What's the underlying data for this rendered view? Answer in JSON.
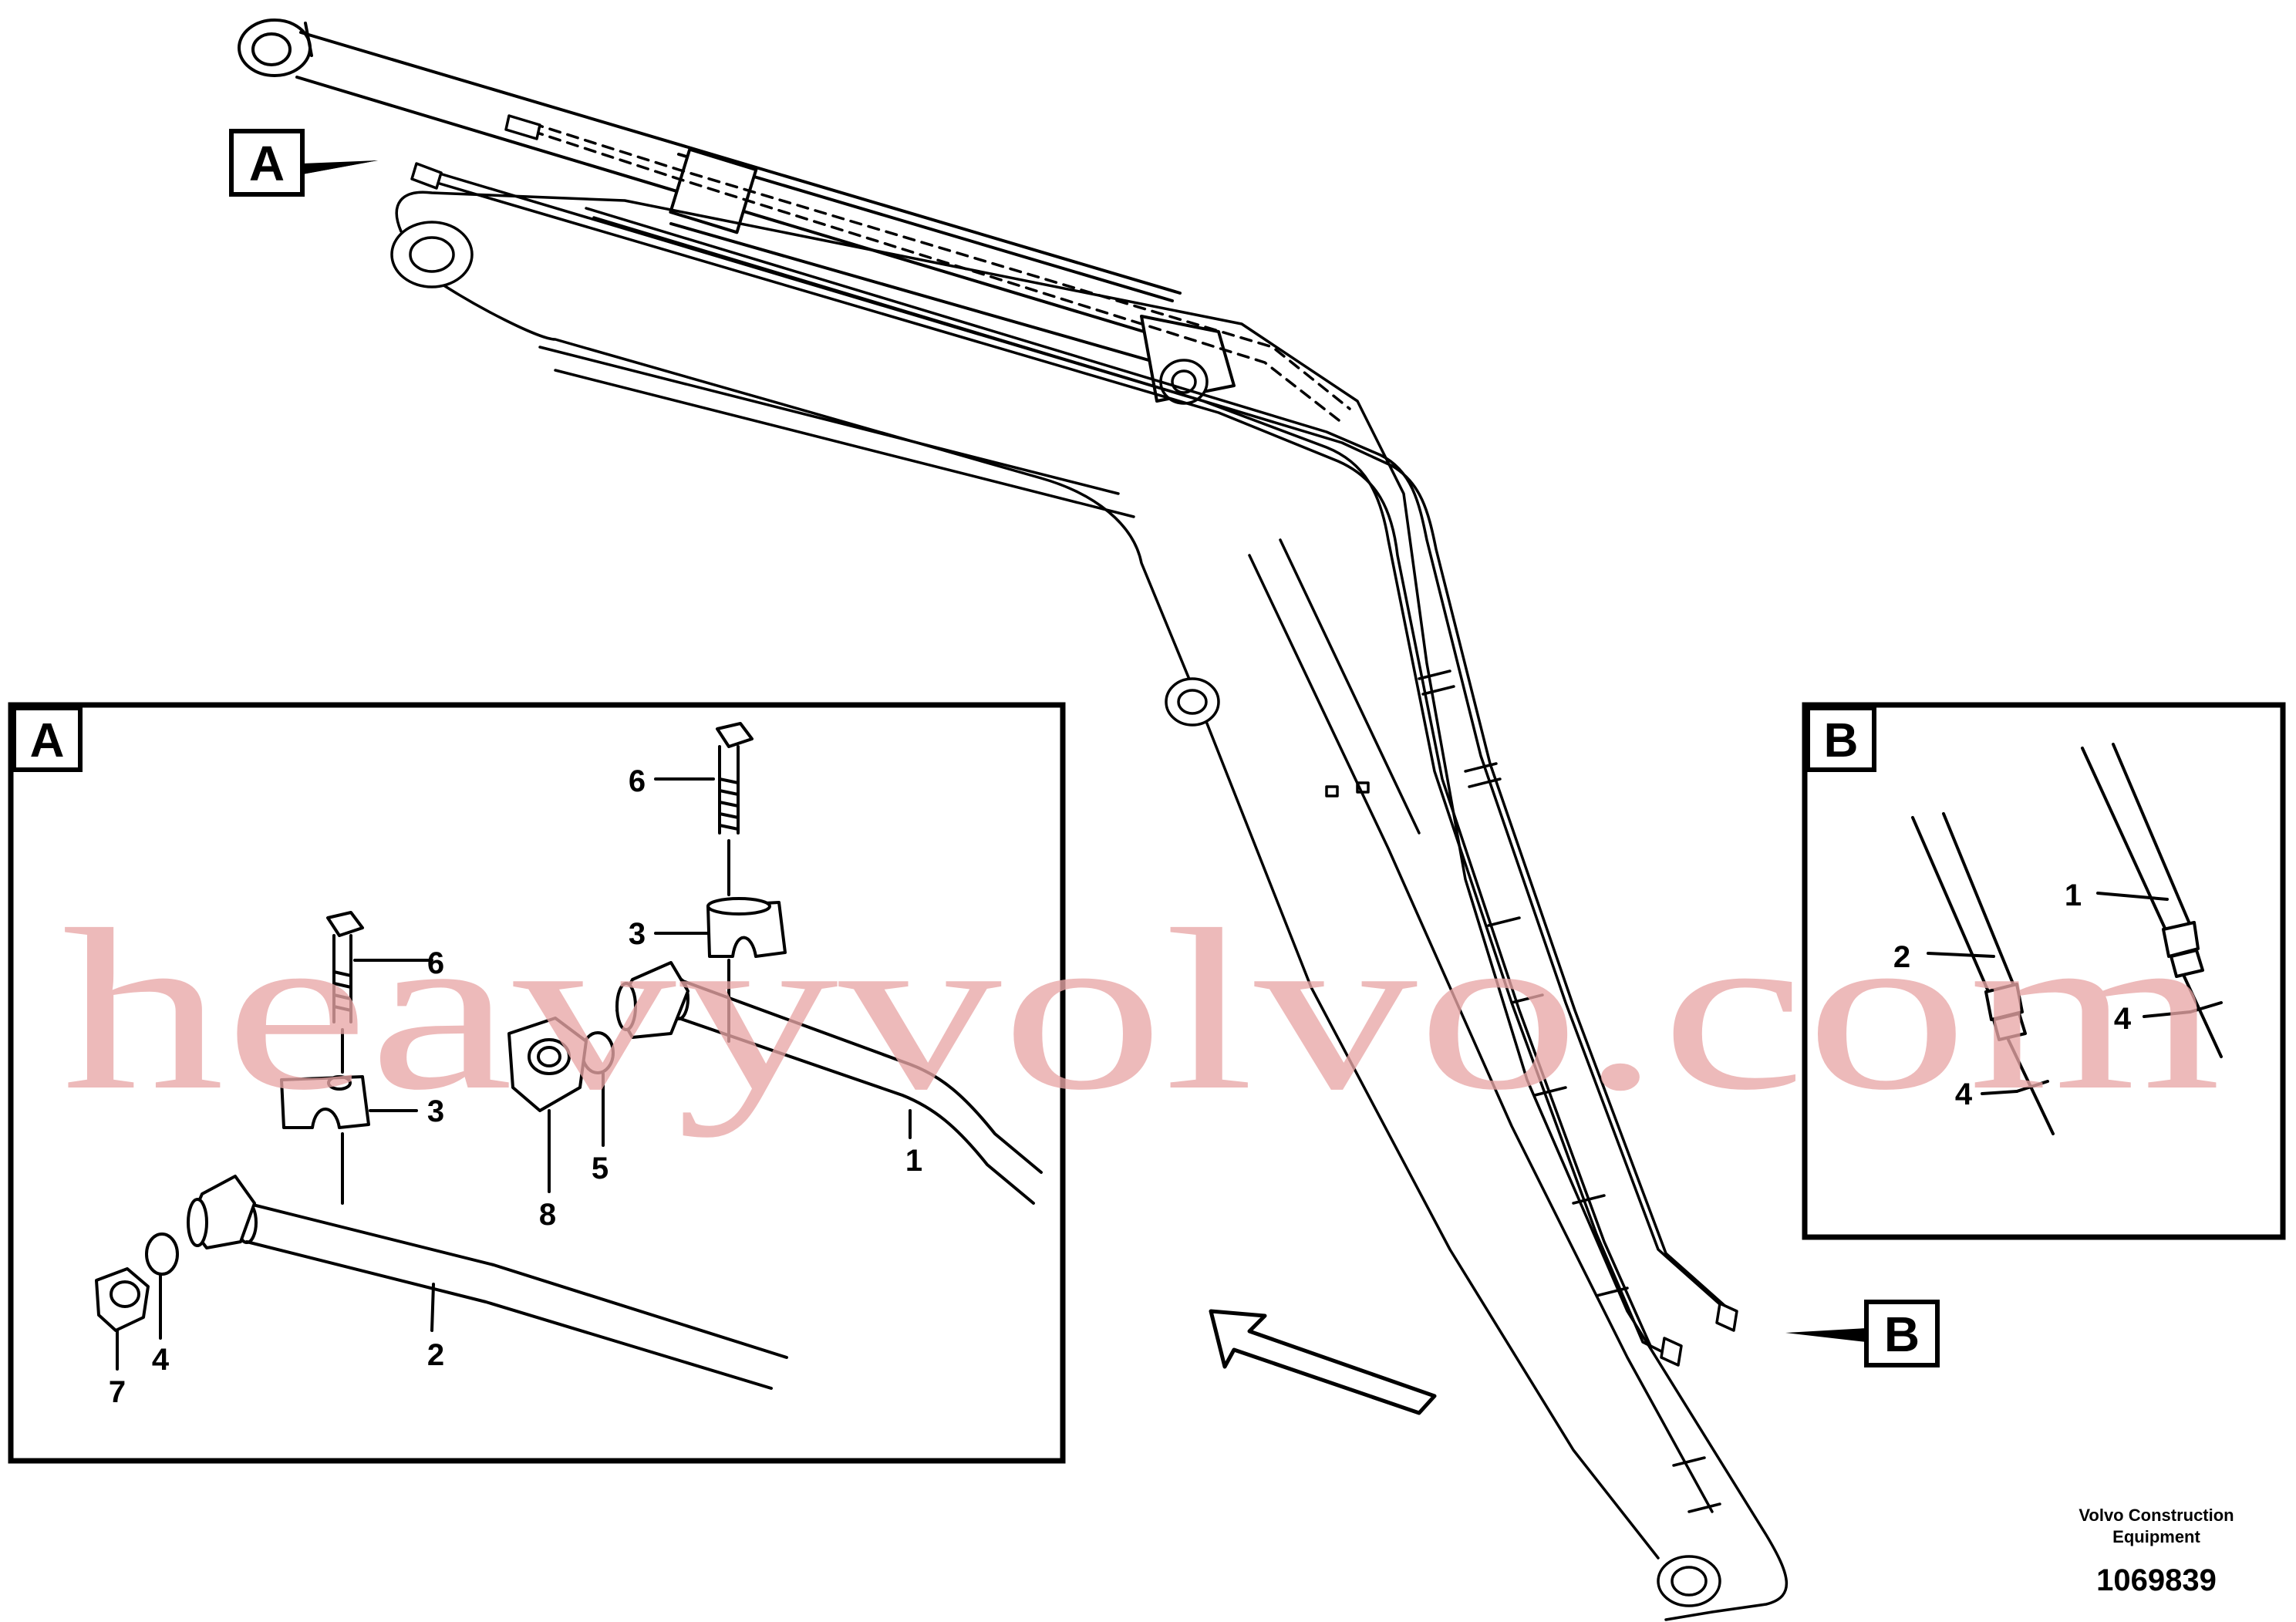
{
  "callouts": {
    "main_A": "A",
    "main_B": "B",
    "detail_A": "A",
    "detail_B": "B"
  },
  "detail_a_labels": {
    "p1": "1",
    "p2": "2",
    "p3_upper": "3",
    "p3_lower": "3",
    "p4": "4",
    "p5": "5",
    "p6_upper": "6",
    "p6_lower": "6",
    "p7": "7",
    "p8": "8"
  },
  "detail_b_labels": {
    "p1": "1",
    "p2": "2",
    "p4_right": "4",
    "p4_left": "4"
  },
  "footer": {
    "company_line1": "Volvo Construction",
    "company_line2": "Equipment",
    "drawing_number": "1069839"
  },
  "watermark": "heavyvolvo.com"
}
